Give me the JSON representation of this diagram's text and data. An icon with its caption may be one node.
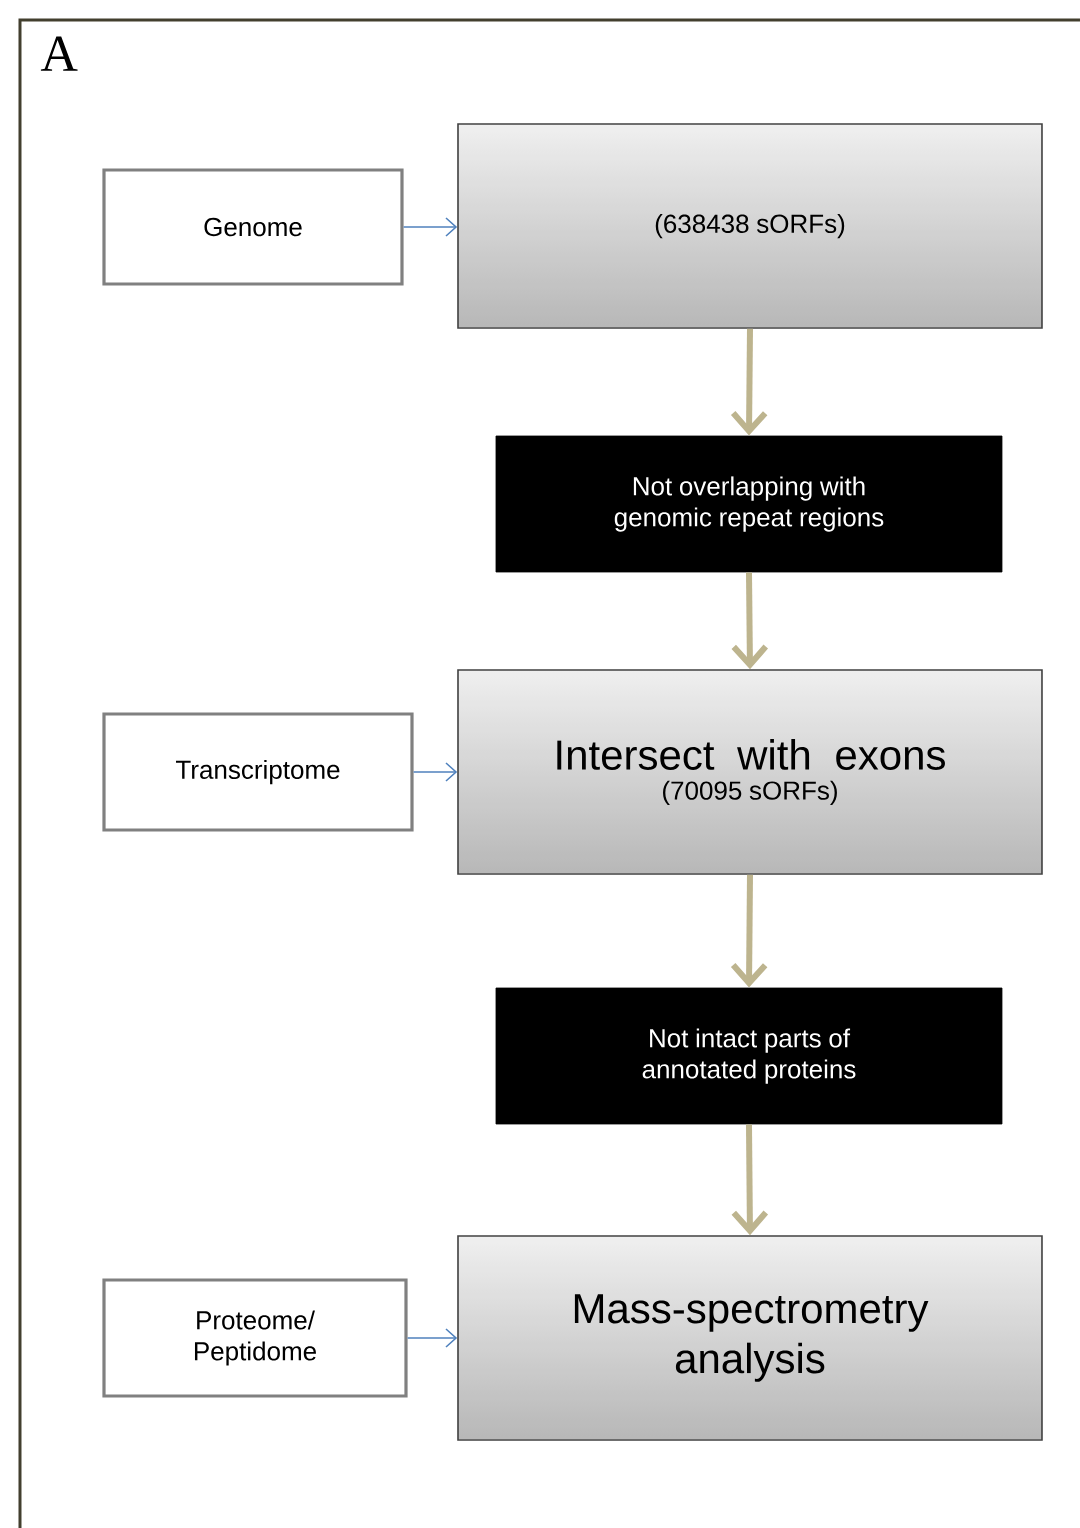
{
  "diagram": {
    "nodes": [
      {
        "text": [
          "Genome"
        ]
      },
      {
        "text": [
          "(638438 sORFs)"
        ]
      },
      {
        "text": [
          "Not overlapping with genomic repeat regions"
        ]
      },
      {
        "text": [
          "Transcriptome"
        ]
      },
      {
        "text": [
          "Intersect with exons",
          "(70095 sORFs)"
        ]
      },
      {
        "text": [
          "Not intact parts of annotated proteins"
        ]
      },
      {
        "text": [
          "Proteome/ Peptidome"
        ]
      },
      {
        "text": [
          "Mass-spectrometry analysis"
        ]
      }
    ],
    "edges": [
      {
        "from": 0,
        "to": 1,
        "arrow": "to",
        "color": "#4f81bd"
      },
      {
        "from": 1,
        "to": 2,
        "arrow": "to"
      },
      {
        "from": 2,
        "to": 4,
        "arrow": "to"
      },
      {
        "from": 3,
        "to": 4,
        "arrow": "to",
        "color": "#4f81bd"
      },
      {
        "from": 4,
        "to": 5,
        "arrow": "to"
      },
      {
        "from": 5,
        "to": 7,
        "arrow": "to"
      },
      {
        "from": 6,
        "to": 7,
        "arrow": "to",
        "color": "#4f81bd"
      }
    ],
    "labels": [
      "A"
    ]
  }
}
